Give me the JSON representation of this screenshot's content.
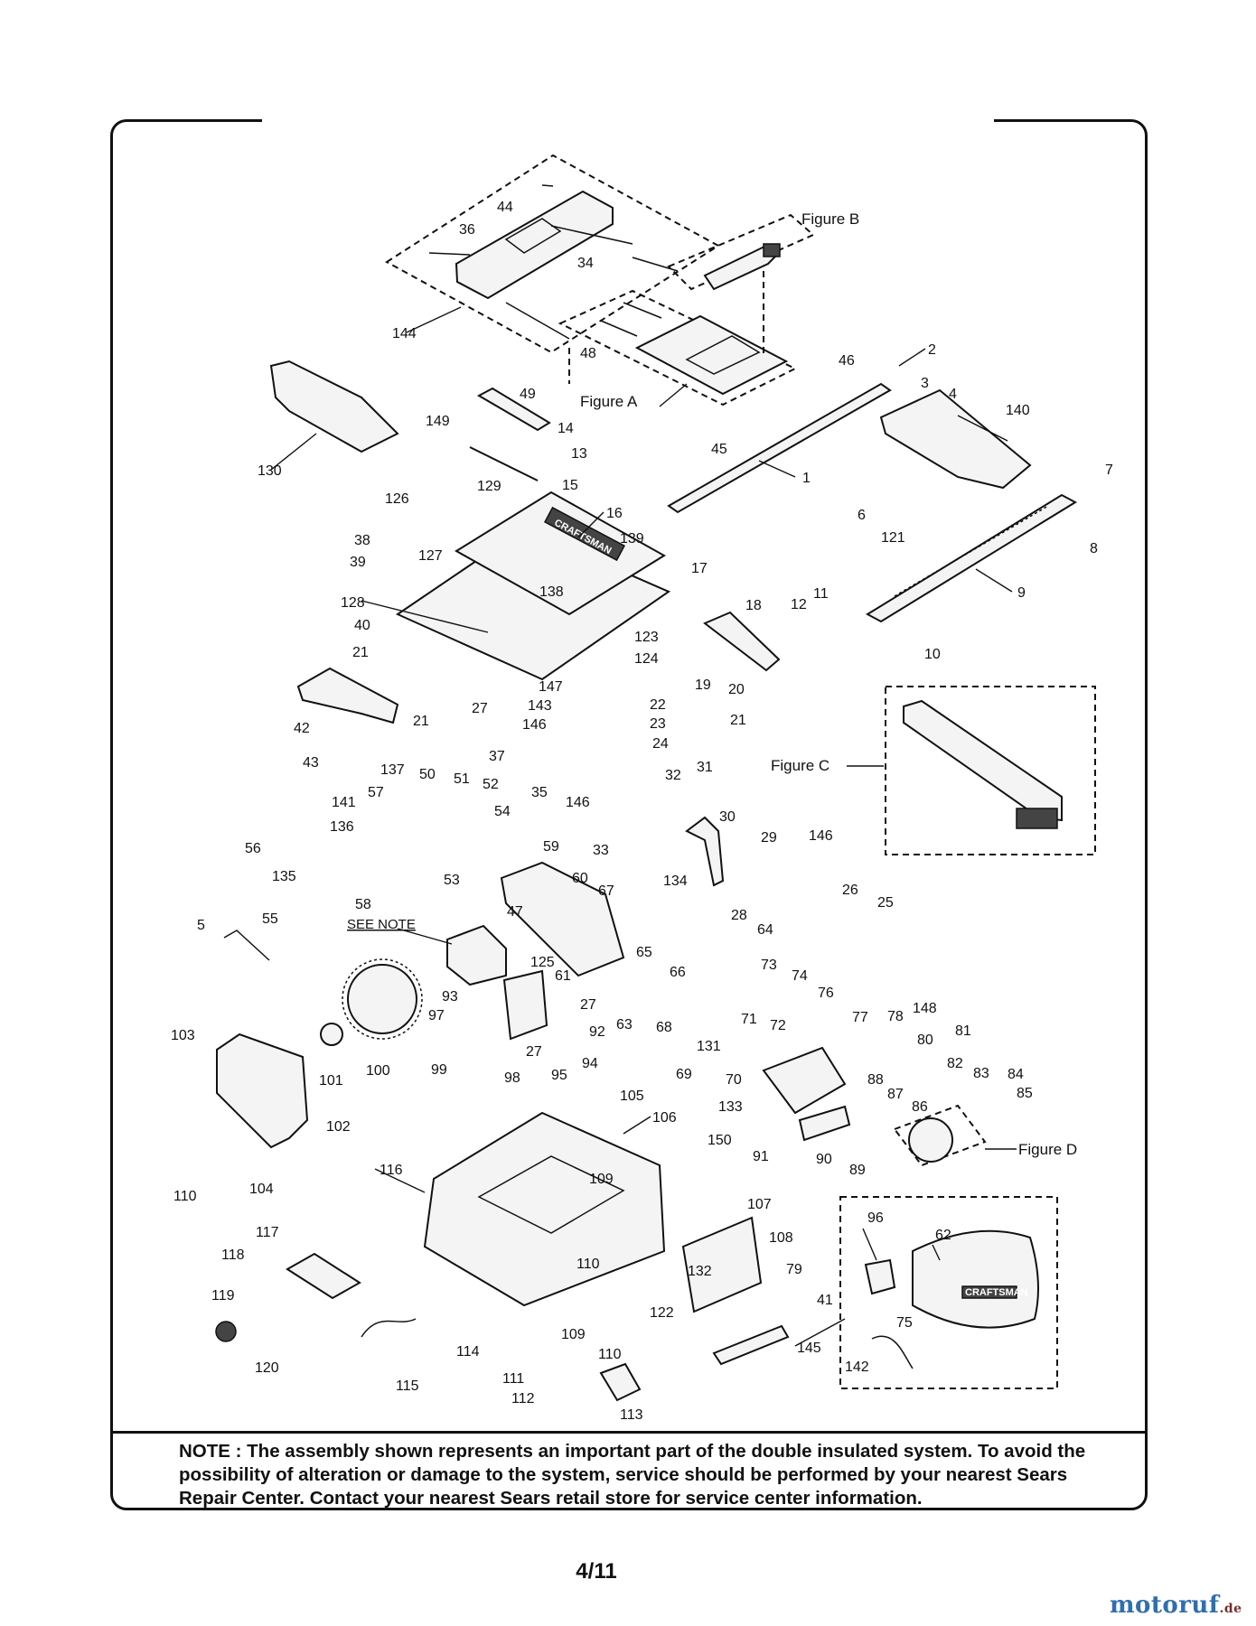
{
  "figure_labels": {
    "a": "Figure A",
    "b": "Figure B",
    "c": "Figure C",
    "d": "Figure D",
    "see_note": "SEE NOTE"
  },
  "brand_marks": {
    "table": "CRAFTSMAN",
    "dust_bag": "CRAFTSMAN"
  },
  "note_text": "NOTE : The assembly shown represents an important part of the double insulated system. To avoid the possibility of alteration or damage to the system, service should be performed by your nearest Sears Repair Center. Contact your nearest Sears retail store for service center information.",
  "page_number": "4/11",
  "watermark": {
    "main": "motoruf",
    "tld": ".de"
  },
  "callouts": {
    "c1": "1",
    "c2": "2",
    "c3": "3",
    "c4": "4",
    "c5": "5",
    "c6": "6",
    "c7": "7",
    "c8": "8",
    "c9": "9",
    "c10": "10",
    "c11": "11",
    "c12": "12",
    "c13": "13",
    "c14": "14",
    "c15": "15",
    "c16": "16",
    "c17": "17",
    "c18": "18",
    "c19": "19",
    "c20": "20",
    "c21a": "21",
    "c21b": "21",
    "c21c": "21",
    "c22": "22",
    "c23": "23",
    "c24": "24",
    "c25": "25",
    "c26": "26",
    "c27a": "27",
    "c27b": "27",
    "c27c": "27",
    "c28": "28",
    "c29": "29",
    "c30": "30",
    "c31": "31",
    "c32": "32",
    "c33": "33",
    "c34": "34",
    "c35": "35",
    "c36": "36",
    "c37": "37",
    "c38": "38",
    "c39": "39",
    "c40": "40",
    "c41": "41",
    "c42": "42",
    "c43": "43",
    "c44": "44",
    "c45": "45",
    "c46": "46",
    "c47": "47",
    "c48": "48",
    "c49": "49",
    "c50": "50",
    "c51": "51",
    "c52": "52",
    "c53": "53",
    "c54": "54",
    "c55": "55",
    "c56": "56",
    "c57": "57",
    "c58": "58",
    "c59": "59",
    "c60": "60",
    "c61": "61",
    "c62": "62",
    "c63": "63",
    "c64": "64",
    "c65": "65",
    "c66": "66",
    "c67": "67",
    "c68": "68",
    "c69": "69",
    "c70": "70",
    "c71": "71",
    "c72": "72",
    "c73": "73",
    "c74": "74",
    "c75": "75",
    "c76": "76",
    "c77": "77",
    "c78": "78",
    "c79": "79",
    "c80": "80",
    "c81": "81",
    "c82": "82",
    "c83": "83",
    "c84": "84",
    "c85": "85",
    "c86": "86",
    "c87": "87",
    "c88": "88",
    "c89": "89",
    "c90": "90",
    "c91": "91",
    "c92": "92",
    "c93": "93",
    "c94": "94",
    "c95": "95",
    "c96": "96",
    "c97": "97",
    "c98": "98",
    "c99": "99",
    "c100": "100",
    "c101": "101",
    "c102": "102",
    "c103": "103",
    "c104": "104",
    "c105": "105",
    "c106": "106",
    "c107": "107",
    "c108": "108",
    "c109a": "109",
    "c109b": "109",
    "c110a": "110",
    "c110b": "110",
    "c110c": "110",
    "c111": "111",
    "c112": "112",
    "c113": "113",
    "c114": "114",
    "c115": "115",
    "c116": "116",
    "c117": "117",
    "c118": "118",
    "c119": "119",
    "c120": "120",
    "c121": "121",
    "c122": "122",
    "c123": "123",
    "c124": "124",
    "c125": "125",
    "c126": "126",
    "c127": "127",
    "c128": "128",
    "c129": "129",
    "c130": "130",
    "c131": "131",
    "c132": "132",
    "c133": "133",
    "c134": "134",
    "c135": "135",
    "c136": "136",
    "c137": "137",
    "c138": "138",
    "c139": "139",
    "c140": "140",
    "c141": "141",
    "c142": "142",
    "c143": "143",
    "c144": "144",
    "c145": "145",
    "c146a": "146",
    "c146b": "146",
    "c146c": "146",
    "c147": "147",
    "c148": "148",
    "c149": "149",
    "c150": "150"
  }
}
